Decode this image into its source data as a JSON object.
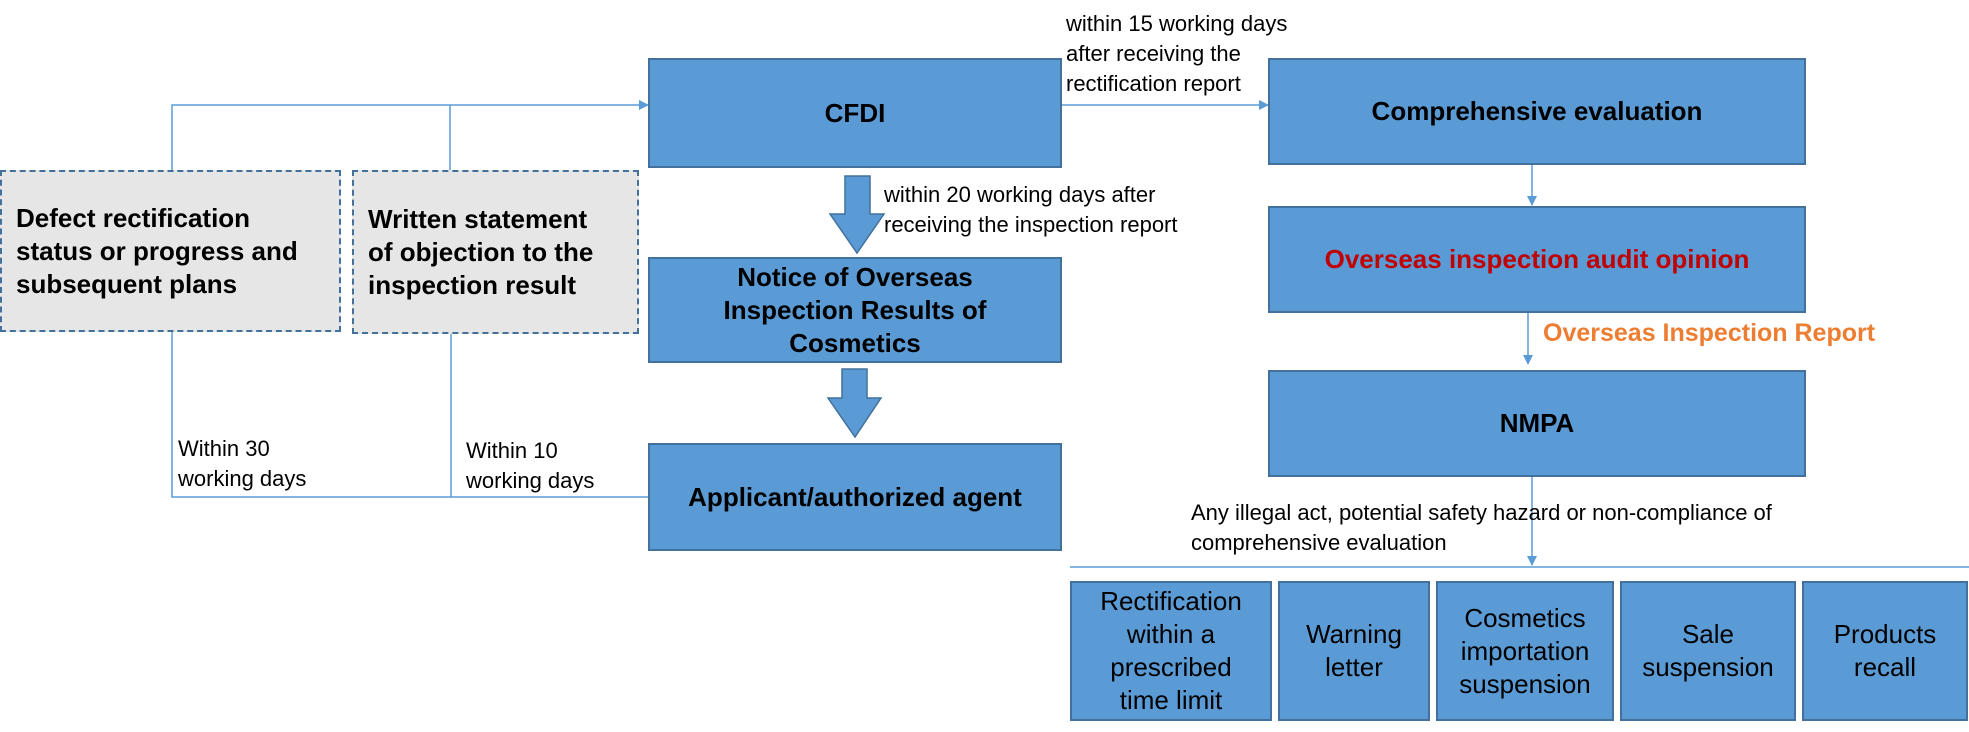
{
  "nodes": {
    "cfdi": "CFDI",
    "comprehensive_evaluation": "Comprehensive evaluation",
    "audit_opinion": "Overseas inspection audit opinion",
    "nmpa": "NMPA",
    "notice": [
      "Notice of Overseas",
      "Inspection Results of",
      "Cosmetics"
    ],
    "applicant": "Applicant/authorized agent",
    "defect_rectification": [
      "Defect rectification",
      "status or progress and",
      "subsequent plans"
    ],
    "written_statement": [
      "Written statement",
      "of objection to the",
      "inspection result"
    ]
  },
  "labels": {
    "within_15": [
      "within 15 working days",
      "after receiving the",
      "rectification report"
    ],
    "within_20": [
      "within 20 working days after",
      "receiving the inspection report"
    ],
    "within_30": [
      "Within 30",
      "working days"
    ],
    "within_10": [
      "Within 10",
      "working days"
    ],
    "report": "Overseas Inspection Report",
    "illegal": [
      "Any illegal act, potential safety hazard or non-compliance of",
      "comprehensive evaluation"
    ]
  },
  "outcomes": [
    [
      "Rectification",
      "within a",
      "prescribed",
      "time limit"
    ],
    [
      "Warning",
      "letter"
    ],
    [
      "Cosmetics",
      "importation",
      "suspension"
    ],
    [
      "Sale",
      "suspension"
    ],
    [
      "Products",
      "recall"
    ]
  ],
  "colors": {
    "box_fill": "#5b9bd5",
    "box_border": "#41719c",
    "grey_fill": "#e7e6e6",
    "audit_opinion_text": "#c00000",
    "report_text": "#ed7d31",
    "connector": "#5b9bd5"
  }
}
